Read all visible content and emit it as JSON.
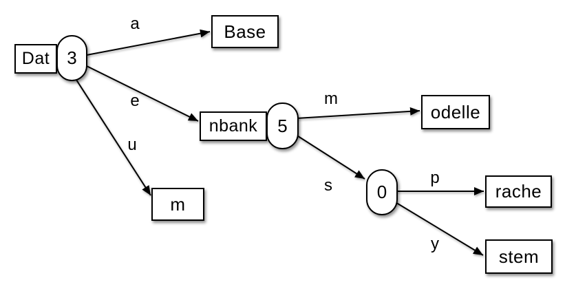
{
  "diagram": {
    "colors": {
      "background": "#ffffff",
      "stroke": "#000000",
      "node_fill": "#ffffff"
    },
    "nodes": {
      "dat": {
        "box_label": "Dat",
        "bubble_label": "3"
      },
      "base": {
        "box_label": "Base"
      },
      "nbank": {
        "box_label": "nbank",
        "bubble_label": "5"
      },
      "m": {
        "box_label": "m"
      },
      "odelle": {
        "box_label": "odelle"
      },
      "zero": {
        "bubble_label": "0"
      },
      "rache": {
        "box_label": "rache"
      },
      "stem": {
        "box_label": "stem"
      }
    },
    "edge_labels": {
      "dat_base": "a",
      "dat_nbank": "e",
      "dat_m": "u",
      "nbank_odelle": "m",
      "nbank_zero": "s",
      "zero_rache": "p",
      "zero_stem": "y"
    }
  }
}
